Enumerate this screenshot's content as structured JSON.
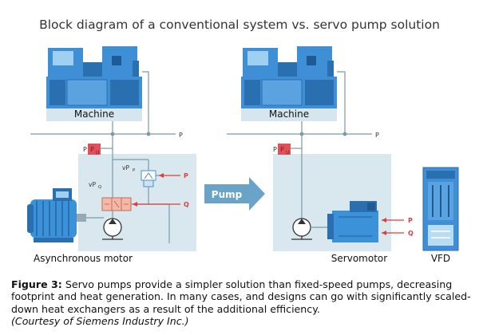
{
  "diagram": {
    "title": "Block diagram of a conventional system vs. servo pump solution",
    "left": {
      "machine_label": "Machine",
      "bus_label": "P",
      "sensor_p": "P",
      "sensor_pu": "P",
      "sensor_pu_sub": "U",
      "valve_p_label": "vP",
      "valve_p_sub": "P",
      "valve_q_label": "vP",
      "valve_q_sub": "Q",
      "signal_p": "P",
      "signal_q": "Q",
      "motor_label": "Asynchronous motor"
    },
    "arrow_label": "Pump",
    "right": {
      "machine_label": "Machine",
      "bus_label": "P",
      "sensor_p": "P",
      "sensor_pu": "P",
      "sensor_pu_sub": "U",
      "signal_p": "P",
      "signal_q": "Q",
      "servomotor_label": "Servomotor",
      "vfd_label": "VFD"
    },
    "colors": {
      "machine_blue": "#3e8fd6",
      "machine_dark": "#2a6fb0",
      "panel": "#d9e8ef",
      "line": "#7a9aa8",
      "sensor_red": "#e0505a",
      "arrow_red": "#e03a3a",
      "motor_blue": "#3c92d8",
      "pump_arrow": "#6aa3c8"
    }
  },
  "caption": {
    "figure_label": "Figure 3:",
    "text": " Servo pumps provide a simpler solution than fixed-speed pumps, decreasing footprint and heat generation. In many cases, and designs can go with significantly scaled-down heat exchangers as a result of the additional efficiency.",
    "courtesy": "(Courtesy of Siemens Industry Inc.)"
  }
}
